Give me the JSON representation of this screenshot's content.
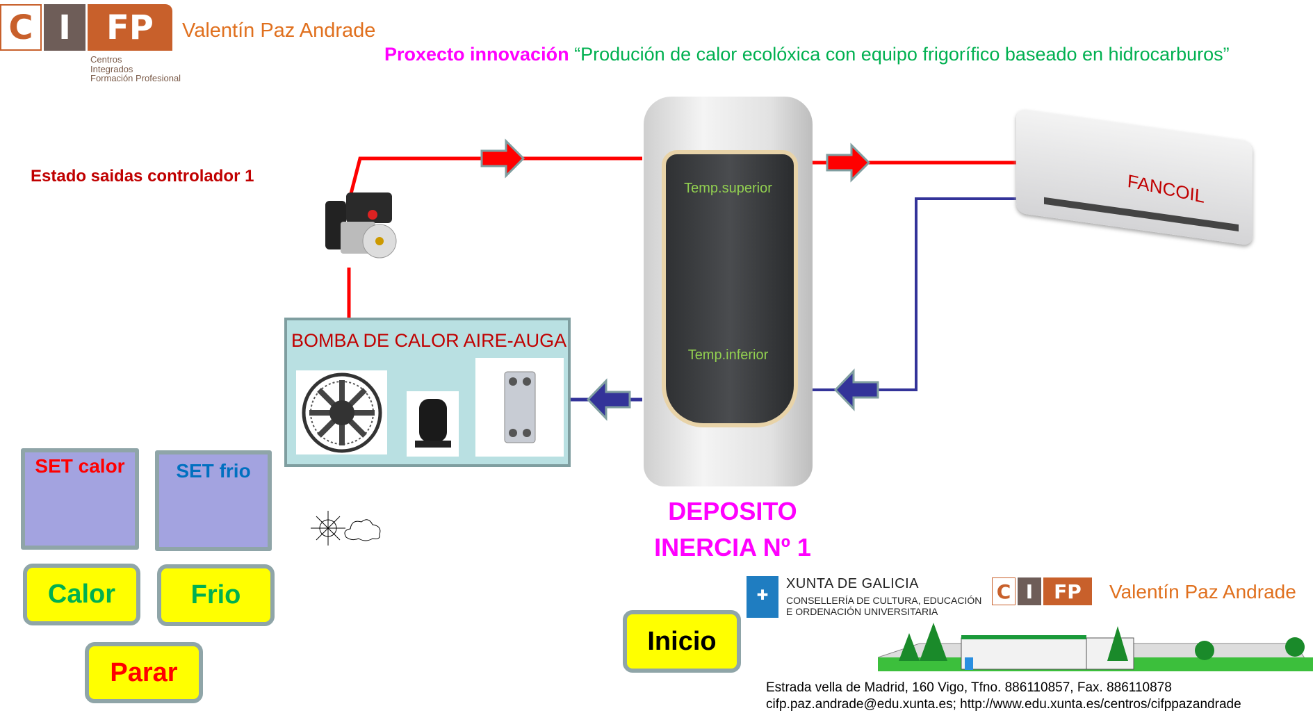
{
  "header": {
    "logo_letters": [
      "C",
      "I",
      "FP"
    ],
    "school_name": "Valentín Paz Andrade",
    "logo_sub": [
      "Centros",
      "Integrados",
      "Formación Profesional"
    ],
    "project_prefix": "Proxecto innovación",
    "project_title": "“Produción de calor ecolóxica con equipo frigorífico baseado en hidrocarburos”"
  },
  "status_label": "Estado saidas controlador 1",
  "heat_pump": {
    "title": "BOMBA DE CALOR AIRE-AUGA"
  },
  "tank": {
    "temp_top": "Temp.superior",
    "temp_bottom": "Temp.inferior",
    "label_line1": "DEPOSITO",
    "label_line2": "INERCIA Nº 1"
  },
  "fancoil": {
    "label": "FANCOIL"
  },
  "controls": {
    "set_heat": "SET calor",
    "set_cold": "SET frio",
    "heat": "Calor",
    "cold": "Frio",
    "stop": "Parar",
    "home": "Inicio"
  },
  "footer": {
    "xunta_title": "XUNTA DE GALICIA",
    "xunta_line1": "CONSELLERÍA DE CULTURA, EDUCACIÓN",
    "xunta_line2": "E ORDENACIÓN UNIVERSITARIA",
    "school_name": "Valentín Paz Andrade",
    "address": "Estrada vella de Madrid, 160 Vigo, Tfno. 886110857, Fax. 886110878",
    "contact": "cifp.paz.andrade@edu.xunta.es; http://www.edu.xunta.es/centros/cifppazandrade"
  },
  "colors": {
    "hot": "#ff0000",
    "cold": "#333399",
    "button": "#ffff00",
    "set_box": "#a3a3e0",
    "magenta": "#ff00ff"
  }
}
